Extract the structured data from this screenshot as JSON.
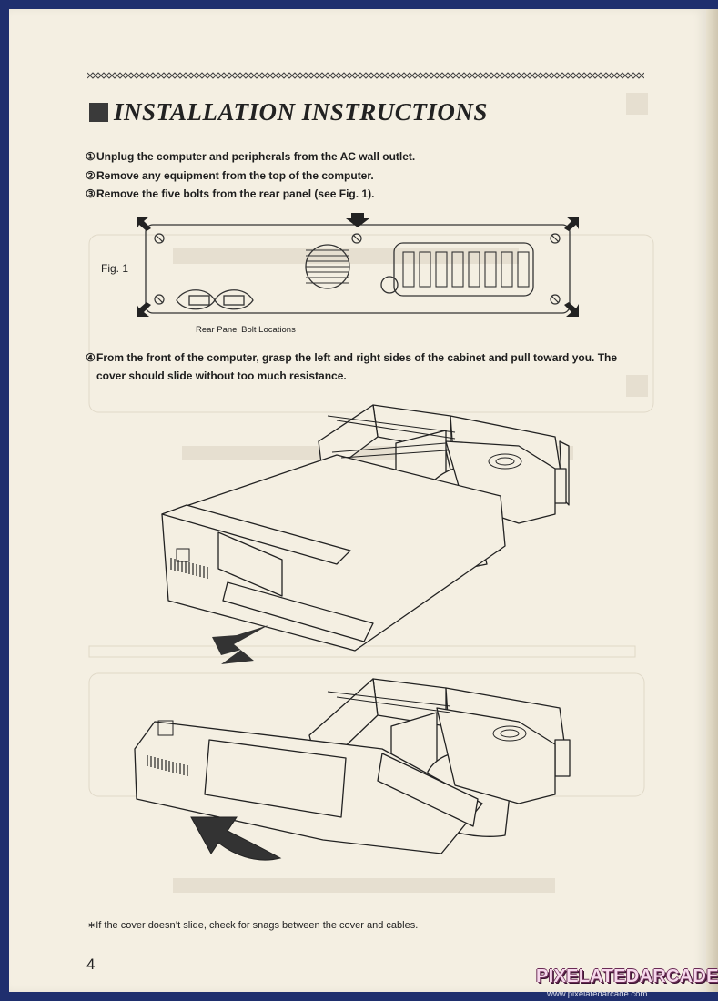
{
  "title": "INSTALLATION INSTRUCTIONS",
  "steps": [
    {
      "num": "①",
      "text": "Unplug the computer and peripherals from the AC wall outlet."
    },
    {
      "num": "②",
      "text": "Remove any equipment from the top of the computer."
    },
    {
      "num": "③",
      "text": "Remove the five bolts from the rear panel (see Fig. 1)."
    },
    {
      "num": "④",
      "text": "From the front of the computer, grasp the left and right sides of the cabinet and pull toward you. The",
      "continuation": "cover should slide without too much resistance."
    }
  ],
  "figure": {
    "label": "Fig. 1",
    "caption": "Rear Panel Bolt Locations"
  },
  "footnote": "∗If the cover doesn’t slide, check for snags between the cover and cables.",
  "page_number": "4",
  "watermark": {
    "brand": "PIXELATEDARCADE",
    "url": "www.pixelatedarcade.com"
  }
}
